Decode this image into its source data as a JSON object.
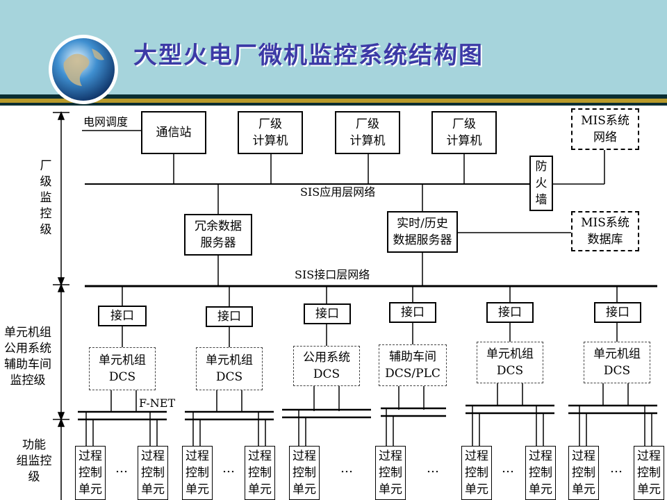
{
  "title": "大型火电厂微机监控系统结构图",
  "levels": {
    "plant": [
      "厂",
      "级",
      "监",
      "控",
      "级"
    ],
    "unit": [
      "单元机组",
      "公用系统",
      "辅助车间",
      "监控级"
    ],
    "function": [
      "功能",
      "组监控",
      "级"
    ]
  },
  "top": {
    "grid_dispatch": "电网调度",
    "comm_station": "通信站",
    "plant_computer": [
      "厂级",
      "计算机"
    ],
    "mis_network": [
      "MIS系统",
      "网络"
    ],
    "firewall": [
      "防",
      "火",
      "墙"
    ]
  },
  "networks": {
    "sis_app": "SIS应用层网络",
    "sis_interface": "SIS接口层网络",
    "fnet": "F-NET"
  },
  "servers": {
    "redundant": [
      "冗余数据",
      "服务器"
    ],
    "realtime": [
      "实时/历史",
      "数据服务器"
    ],
    "mis_db": [
      "MIS系统",
      "数据库"
    ]
  },
  "interface": "接口",
  "dcs": {
    "unit": [
      "单元机组",
      "DCS"
    ],
    "common": [
      "公用系统",
      "DCS"
    ],
    "aux": [
      "辅助车间",
      "DCS/PLC"
    ]
  },
  "process_unit": [
    "过程",
    "控制",
    "单元"
  ],
  "ellipsis": "…",
  "colors": {
    "header": "#a6d4dc",
    "title": "#3c3aa6",
    "stripe_dark": "#0a2e33",
    "stripe_gold": "#b89a2a"
  }
}
